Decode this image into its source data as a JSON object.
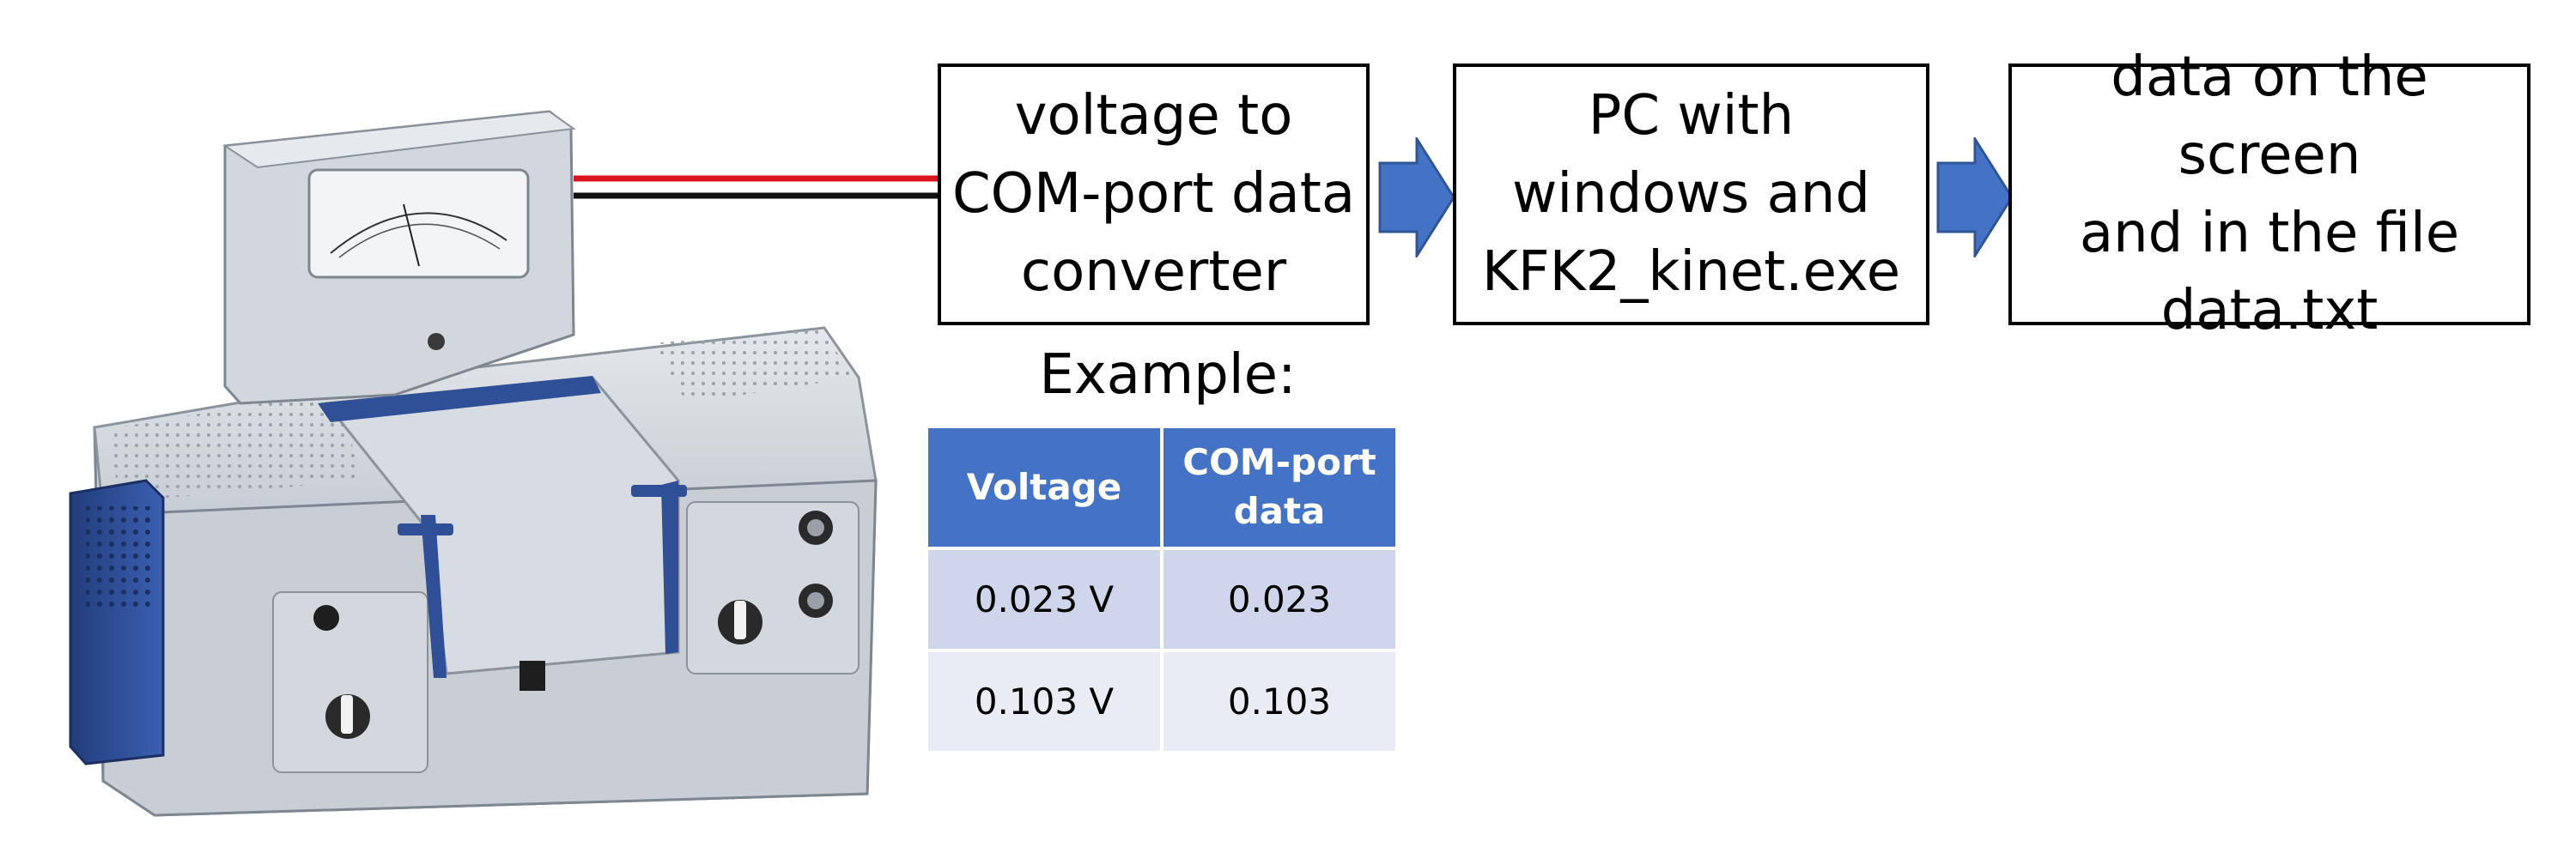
{
  "diagram": {
    "boxes": [
      {
        "label": "voltage to\nCOM-port data\nconverter"
      },
      {
        "label": "PC with\nwindows and\nKFK2_kinet.exe"
      },
      {
        "label": "data on the screen\nand in the file\ndata.txt"
      }
    ],
    "example_label": "Example:",
    "table": {
      "headers": [
        "Voltage",
        "COM-port data"
      ],
      "rows": [
        [
          "0.023 V",
          "0.023"
        ],
        [
          "0.103 V",
          "0.103"
        ]
      ]
    }
  },
  "colors": {
    "arrow_fill": "#4472c4",
    "table_header": "#4472c4",
    "table_row_1": "#cfd5ea",
    "table_row_2": "#e9ebf5",
    "cable_red": "#d9141c",
    "cable_black": "#111111",
    "device_body": "#c5cbd2",
    "device_blue": "#2f4f96"
  },
  "icons": {
    "device": "photometer-device-image",
    "arrow": "right-arrow-icon"
  }
}
